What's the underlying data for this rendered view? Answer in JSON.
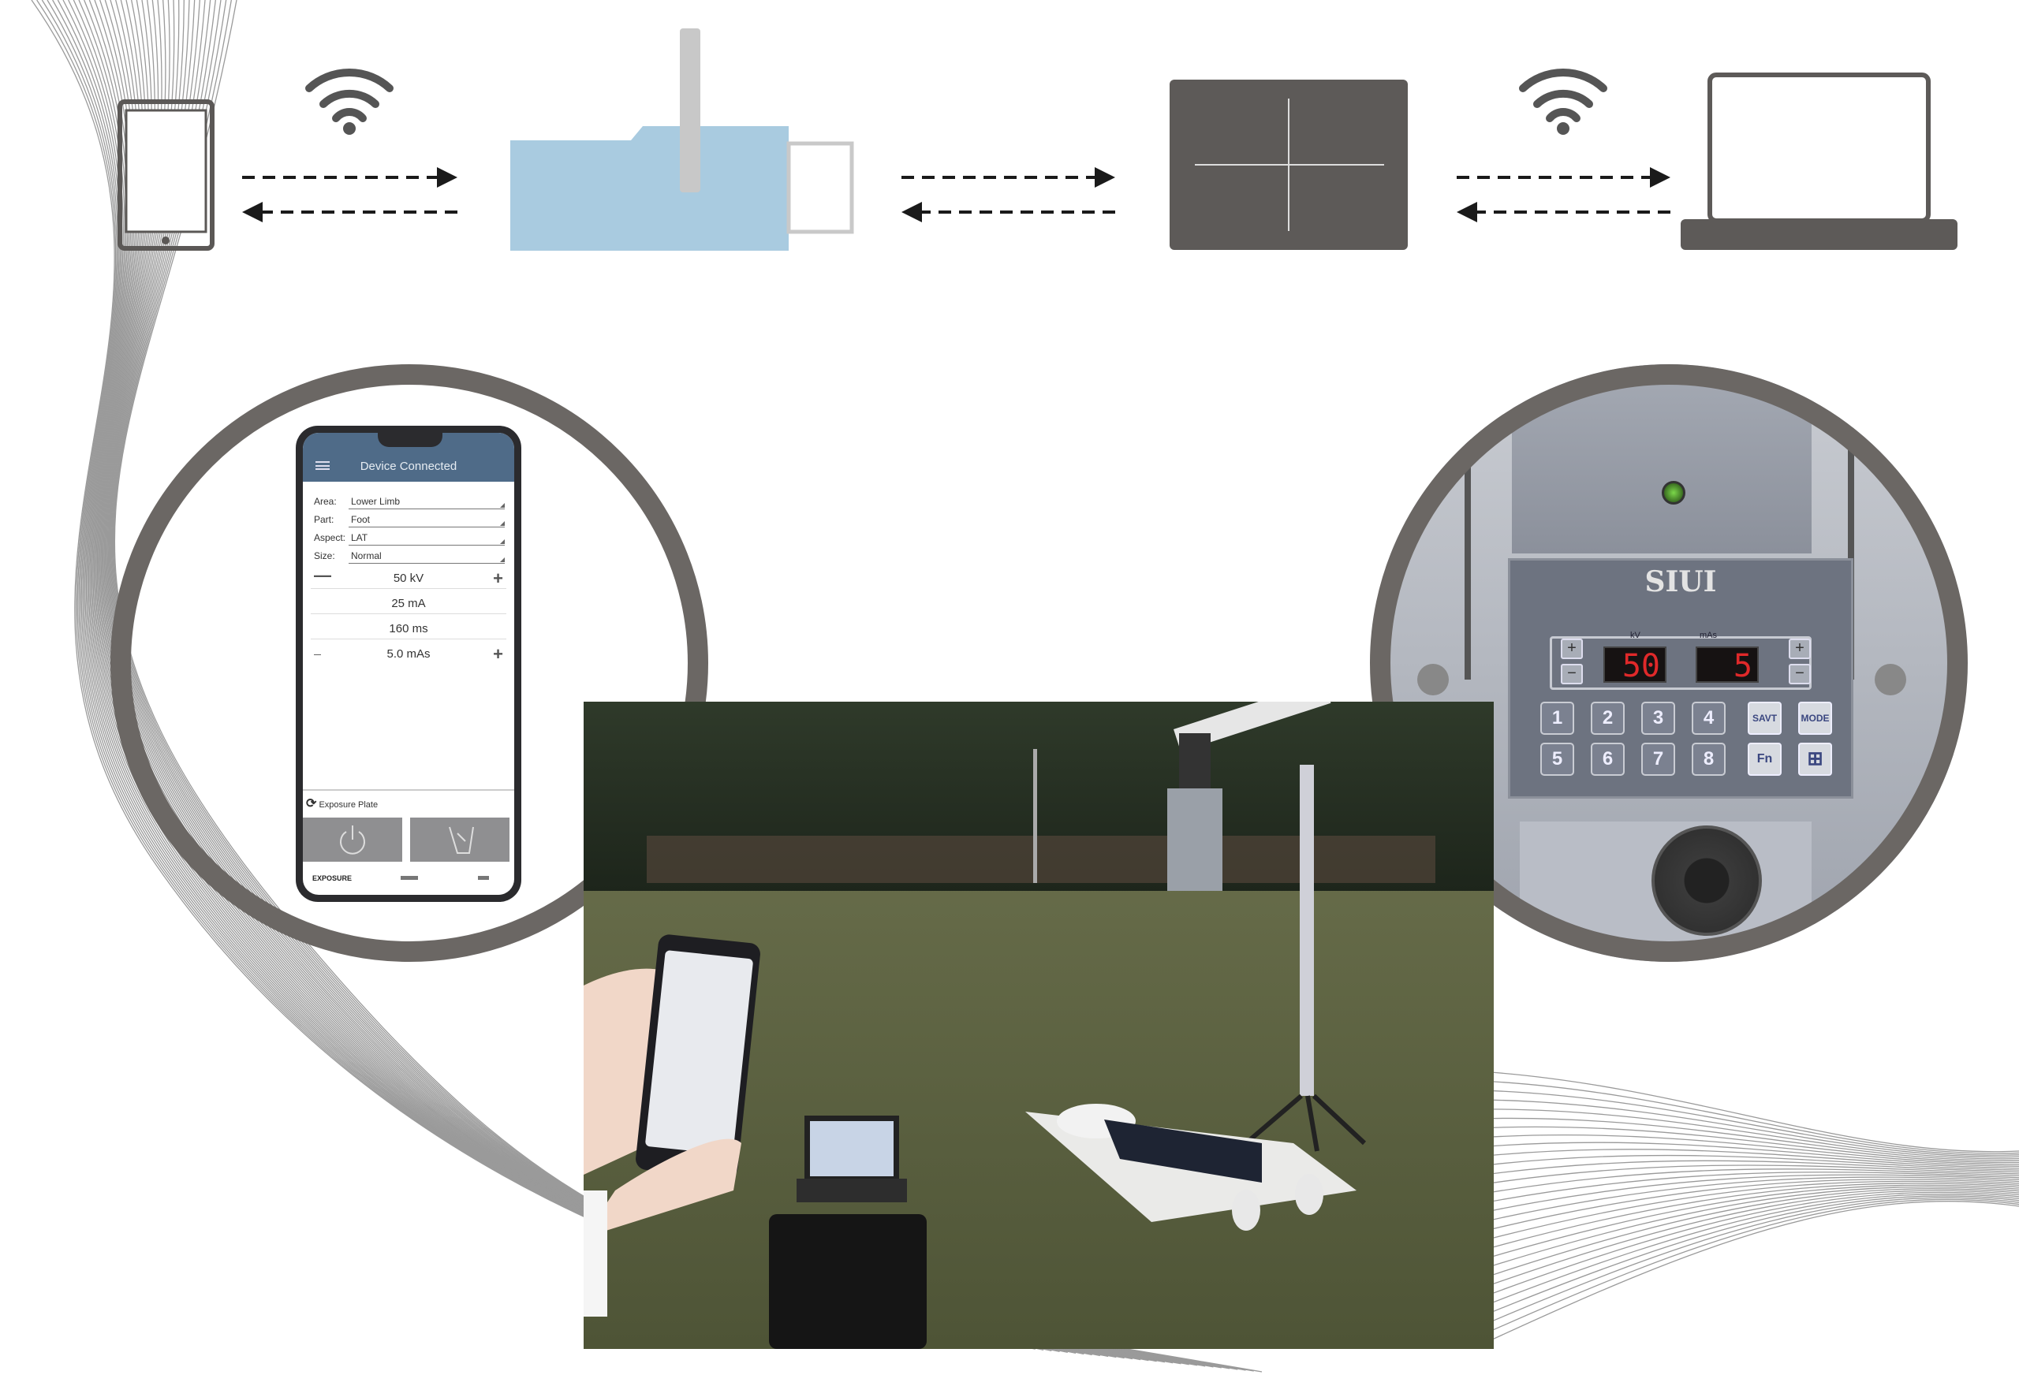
{
  "colors": {
    "ring": "#6b6764",
    "device_blue": "#a9cbe0",
    "panel_gray": "#5d5a58",
    "arrow": "#1a1a1a",
    "wifi": "#555555"
  },
  "top_diagram": {
    "icons": [
      "tablet-icon",
      "wifi-icon",
      "xray-generator-icon",
      "detector-panel-icon",
      "wifi-icon",
      "laptop-icon"
    ],
    "arrows": "bidirectional-dashed"
  },
  "phone": {
    "title": "Device Connected",
    "fields": [
      {
        "label": "Area:",
        "value": "Lower Limb"
      },
      {
        "label": "Part:",
        "value": "Foot"
      },
      {
        "label": "Aspect:",
        "value": "LAT"
      },
      {
        "label": "Size:",
        "value": "Normal"
      }
    ],
    "kv": "50 kV",
    "ma": "25 mA",
    "ms": "160 ms",
    "mas": "5.0 mAs",
    "minus": "—",
    "plus": "+",
    "exposure_plate": "Exposure Plate",
    "tabs": [
      "EXPOSURE"
    ]
  },
  "control_panel": {
    "brand": "SIUI",
    "kv_label": "kV",
    "mas_label": "mAs",
    "kv_display": "50",
    "mas_display": "5",
    "plus": "+",
    "minus": "−",
    "keys": [
      "1",
      "2",
      "3",
      "4",
      "5",
      "6",
      "7",
      "8"
    ],
    "save": "SAVT",
    "mode": "MODE",
    "fn": "Fn"
  }
}
